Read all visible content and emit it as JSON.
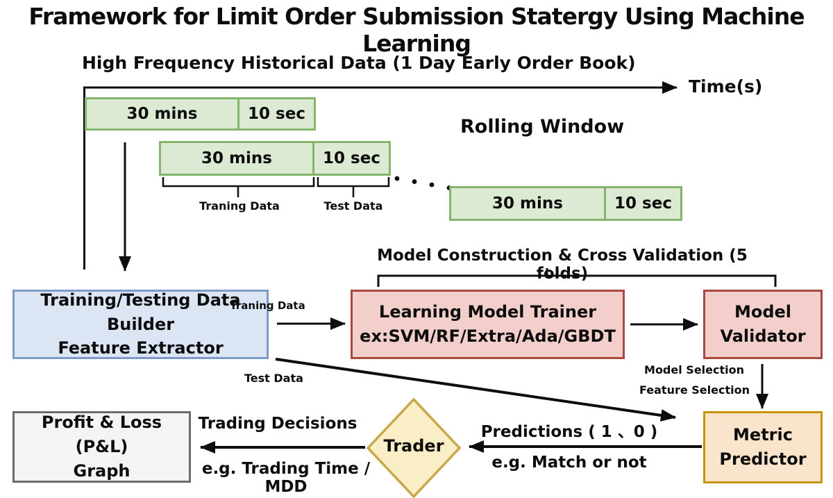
{
  "title": "Framework for Limit Order Submission Statergy Using Machine Learning",
  "timeline": {
    "header": "High Frequency Historical Data (1 Day Early Order Book)",
    "axis_label": "Time(s)",
    "rolling_window_label": "Rolling Window",
    "windows": [
      {
        "train": "30 mins",
        "test": "10 sec"
      },
      {
        "train": "30 mins",
        "test": "10 sec"
      },
      {
        "train": "30 mins",
        "test": "10 sec"
      }
    ],
    "train_brace_label": "Traning Data",
    "test_brace_label": "Test Data"
  },
  "pipeline": {
    "bracket_label": "Model Construction & Cross Validation (5 folds)",
    "data_builder": {
      "line1": "Training/Testing Data Builder",
      "line2": "Feature Extractor"
    },
    "trainer": {
      "line1": "Learning Model Trainer",
      "line2": "ex:SVM/RF/Extra/Ada/GBDT"
    },
    "validator": {
      "line1": "Model",
      "line2": "Validator"
    },
    "metric_predictor": {
      "line1": "Metric",
      "line2": "Predictor"
    },
    "trader": "Trader",
    "pnl": {
      "line1": "Profit & Loss (P&L)",
      "line2": "Graph"
    }
  },
  "edges": {
    "training_data": "Traning Data",
    "test_data": "Test Data",
    "model_selection": "Model Selection",
    "feature_selection": "Feature Selection",
    "predictions": "Predictions ( 1 、0 )",
    "predictions_sub": "e.g. Match or not",
    "trading_decisions": "Trading Decisions",
    "trading_decisions_sub": "e.g. Trading Time / MDD"
  },
  "colors": {
    "window_fill": "#dcead4",
    "window_border": "#85b46d",
    "builder_fill": "#dbe5f3",
    "builder_border": "#7d9bc7",
    "trainer_fill": "#f2cfca",
    "trainer_border": "#a7493e",
    "metric_fill": "#fae5cc",
    "metric_border": "#c8920b",
    "trader_fill": "#faeec6",
    "trader_border": "#c9a84c",
    "pnl_fill": "#f4f4f4",
    "pnl_border": "#6b6b6b",
    "line": "#0d0d0d"
  }
}
